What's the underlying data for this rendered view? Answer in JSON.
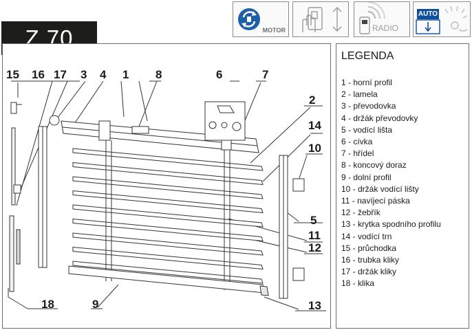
{
  "header": {
    "title": "Z 70",
    "control_icons": [
      {
        "name": "motor",
        "label": "MOTOR",
        "icon": "motor-icon"
      },
      {
        "name": "manual",
        "label": "",
        "icon": "hand-switch-icon"
      },
      {
        "name": "radio",
        "label": "RADIO",
        "icon": "radio-remote-icon"
      },
      {
        "name": "auto",
        "label": "AUTO",
        "icon": "sun-sensor-icon"
      }
    ],
    "colors": {
      "title_bg": "#1d1d1b",
      "title_text": "#ffffff",
      "auto_badge": "#0e4e9c",
      "motor_blue": "#1f5fa8"
    }
  },
  "diagram": {
    "callouts": [
      "15",
      "16",
      "17",
      "3",
      "4",
      "1",
      "8",
      "6",
      "7",
      "2",
      "14",
      "10",
      "5",
      "11",
      "12",
      "18",
      "9",
      "13"
    ]
  },
  "legend": {
    "title": "LEGENDA",
    "items": [
      "1 - horní profil",
      "2 - lamela",
      "3 - převodovka",
      "4 - držák převodovky",
      "5 - vodící lišta",
      "6 - cívka",
      "7 - hřídel",
      "8 - koncový doraz",
      "9 - dolní profil",
      "10 - držák vodící lišty",
      "11 - navíjecí páska",
      "12 - žebřík",
      "13 - krytka spodního profilu",
      "14 - vodící trn",
      "15 - průchodka",
      "16 - trubka kliky",
      "17 - držák kliky",
      "18 - klika"
    ]
  }
}
